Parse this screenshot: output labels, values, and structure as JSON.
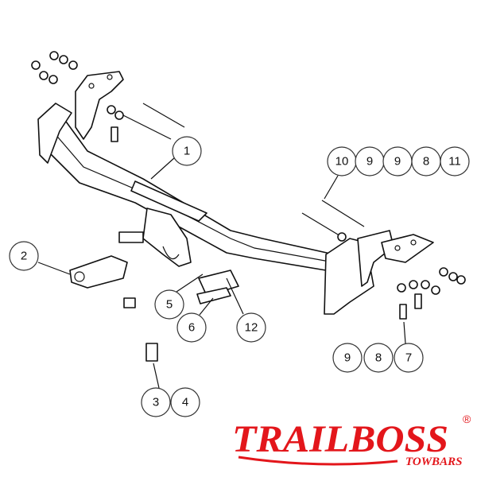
{
  "diagram": {
    "callouts": [
      {
        "id": "c1",
        "label": "1"
      },
      {
        "id": "c10",
        "label": "10"
      },
      {
        "id": "c9a",
        "label": "9"
      },
      {
        "id": "c9b",
        "label": "9"
      },
      {
        "id": "c8a",
        "label": "8"
      },
      {
        "id": "c11",
        "label": "11"
      },
      {
        "id": "c2",
        "label": "2"
      },
      {
        "id": "c5",
        "label": "5"
      },
      {
        "id": "c6",
        "label": "6"
      },
      {
        "id": "c12",
        "label": "12"
      },
      {
        "id": "c9c",
        "label": "9"
      },
      {
        "id": "c8b",
        "label": "8"
      },
      {
        "id": "c7",
        "label": "7"
      },
      {
        "id": "c3",
        "label": "3"
      },
      {
        "id": "c4",
        "label": "4"
      }
    ]
  },
  "logo": {
    "brand": "TRAILBOSS",
    "registered": "®",
    "subtitle": "TOWBARS",
    "color": "#e3161b"
  }
}
